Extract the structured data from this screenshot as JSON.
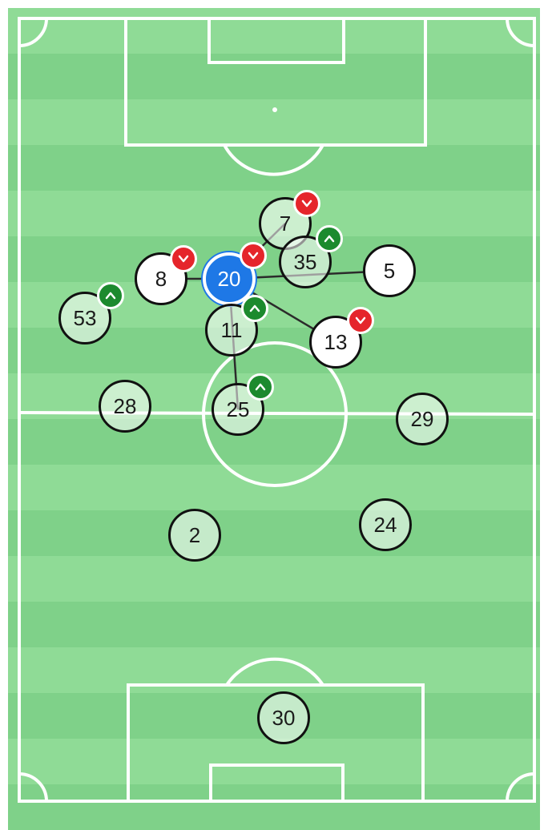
{
  "pitch": {
    "colors": {
      "light": "#8fdb96",
      "dark": "#7fd189",
      "lines": "#ffffff",
      "link": "#2b2b2b"
    }
  },
  "players": [
    {
      "number": "20",
      "style": "selected"
    },
    {
      "number": "7",
      "style": "opp"
    },
    {
      "number": "35",
      "style": "opp"
    },
    {
      "number": "8",
      "style": "solid"
    },
    {
      "number": "5",
      "style": "solid"
    },
    {
      "number": "53",
      "style": "opp"
    },
    {
      "number": "11",
      "style": "opp"
    },
    {
      "number": "13",
      "style": "solid"
    },
    {
      "number": "25",
      "style": "opp"
    },
    {
      "number": "28",
      "style": "opp"
    },
    {
      "number": "29",
      "style": "opp"
    },
    {
      "number": "2",
      "style": "opp"
    },
    {
      "number": "24",
      "style": "opp"
    },
    {
      "number": "30",
      "style": "opp"
    }
  ],
  "badges": [
    {
      "player": "7",
      "type": "down",
      "icon": "chevron-down-icon"
    },
    {
      "player": "20",
      "type": "down",
      "icon": "chevron-down-icon"
    },
    {
      "player": "8",
      "type": "down",
      "icon": "chevron-down-icon"
    },
    {
      "player": "35",
      "type": "up",
      "icon": "chevron-up-icon"
    },
    {
      "player": "53",
      "type": "up",
      "icon": "chevron-up-icon"
    },
    {
      "player": "11",
      "type": "up",
      "icon": "chevron-up-icon"
    },
    {
      "player": "13",
      "type": "down",
      "icon": "chevron-down-icon"
    },
    {
      "player": "25",
      "type": "up",
      "icon": "chevron-up-icon"
    }
  ]
}
